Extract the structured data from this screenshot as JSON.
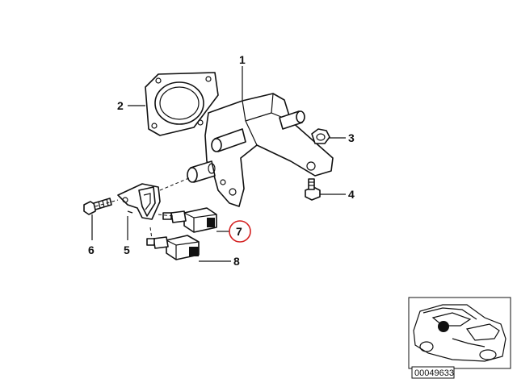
{
  "labels": {
    "p1": "1",
    "p2": "2",
    "p3": "3",
    "p4": "4",
    "p5": "5",
    "p6": "6",
    "p7": "7",
    "p8": "8"
  },
  "highlight_color": "#d42020",
  "reference_number": "00049633"
}
